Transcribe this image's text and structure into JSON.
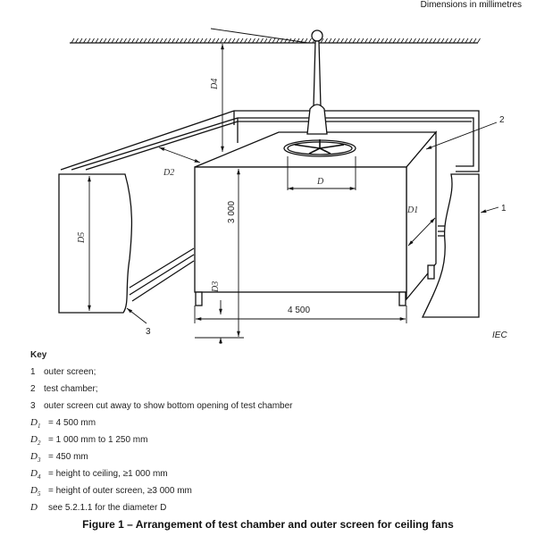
{
  "header": {
    "dimensions_note": "Dimensions in millimetres"
  },
  "diagram": {
    "dim_3000": "3 000",
    "dim_4500": "4 500",
    "label_D": "D",
    "label_D1": "D1",
    "label_D2": "D2",
    "label_D3": "D3",
    "label_D4": "D4",
    "label_D5": "D5",
    "callout_1": "1",
    "callout_2": "2",
    "callout_3": "3",
    "iec_mark": "IEC"
  },
  "key": {
    "title": "Key",
    "items": [
      {
        "num": "1",
        "text": "outer screen;"
      },
      {
        "num": "2",
        "text": "test chamber;"
      },
      {
        "num": "3",
        "text": "outer screen cut away to show bottom opening of test chamber"
      }
    ],
    "defs": [
      {
        "sym": "D",
        "sub": "1",
        "text": "= 4 500 mm"
      },
      {
        "sym": "D",
        "sub": "2",
        "text": "= 1 000 mm to 1 250 mm"
      },
      {
        "sym": "D",
        "sub": "3",
        "text": "= 450 mm"
      },
      {
        "sym": "D",
        "sub": "4",
        "text": "= height to ceiling, ≥1 000 mm"
      },
      {
        "sym": "D",
        "sub": "5",
        "text": "= height of outer screen, ≥3 000 mm"
      },
      {
        "sym": "D",
        "sub": "",
        "text": "see 5.2.1.1 for the diameter D"
      }
    ]
  },
  "caption": "Figure 1 – Arrangement of test chamber and outer screen for ceiling fans"
}
